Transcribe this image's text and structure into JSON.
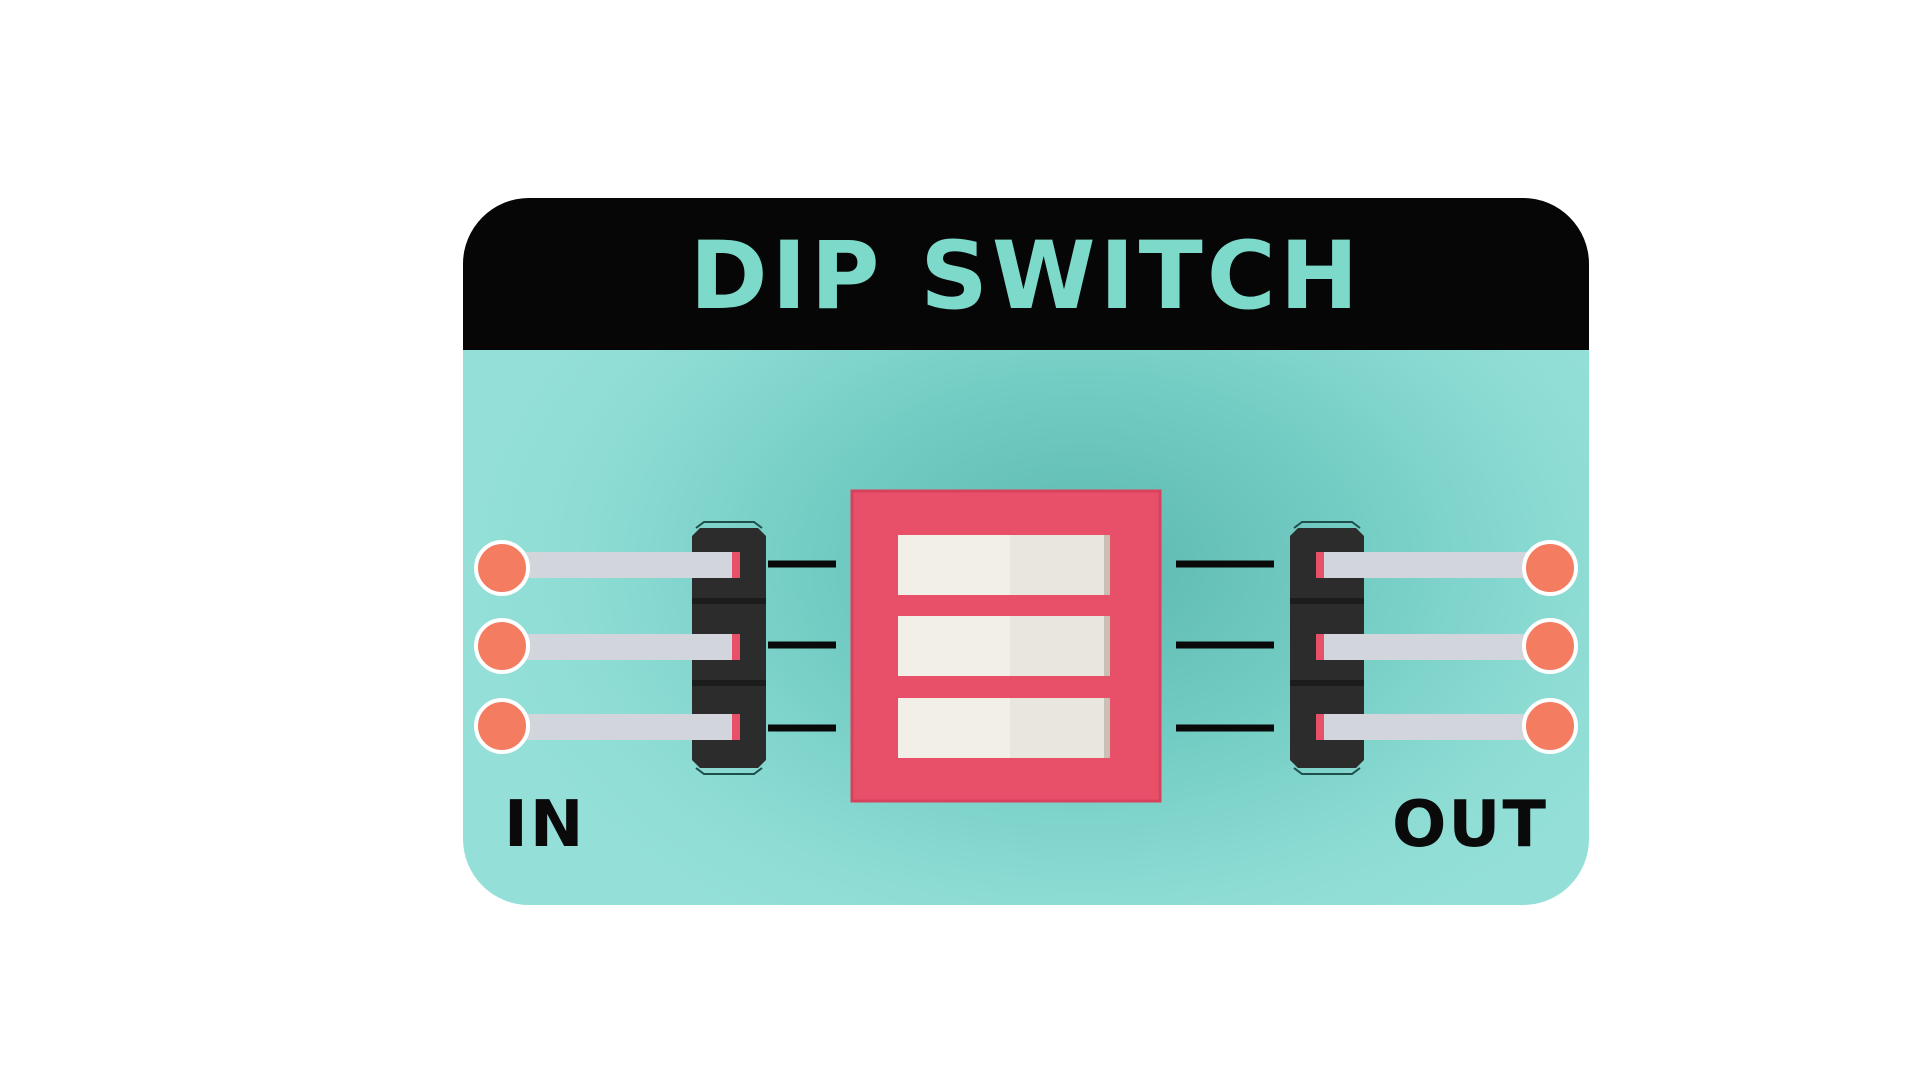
{
  "title": "DIP SWITCH",
  "input_label": "IN",
  "output_label": "OUT",
  "colors": {
    "board": "#8ddcd4",
    "header": "#060606",
    "title": "#7dd9ca",
    "switch_body": "#e8506a",
    "switch_slot": "#f2efe9",
    "terminal": "#f47c60",
    "pin": "#d3d5dc",
    "header_block": "#2c2c2c",
    "trace": "#0a0a0a"
  },
  "switch": {
    "positions": 3,
    "states": [
      "off",
      "off",
      "off"
    ]
  },
  "input_terminals": 3,
  "output_terminals": 3
}
